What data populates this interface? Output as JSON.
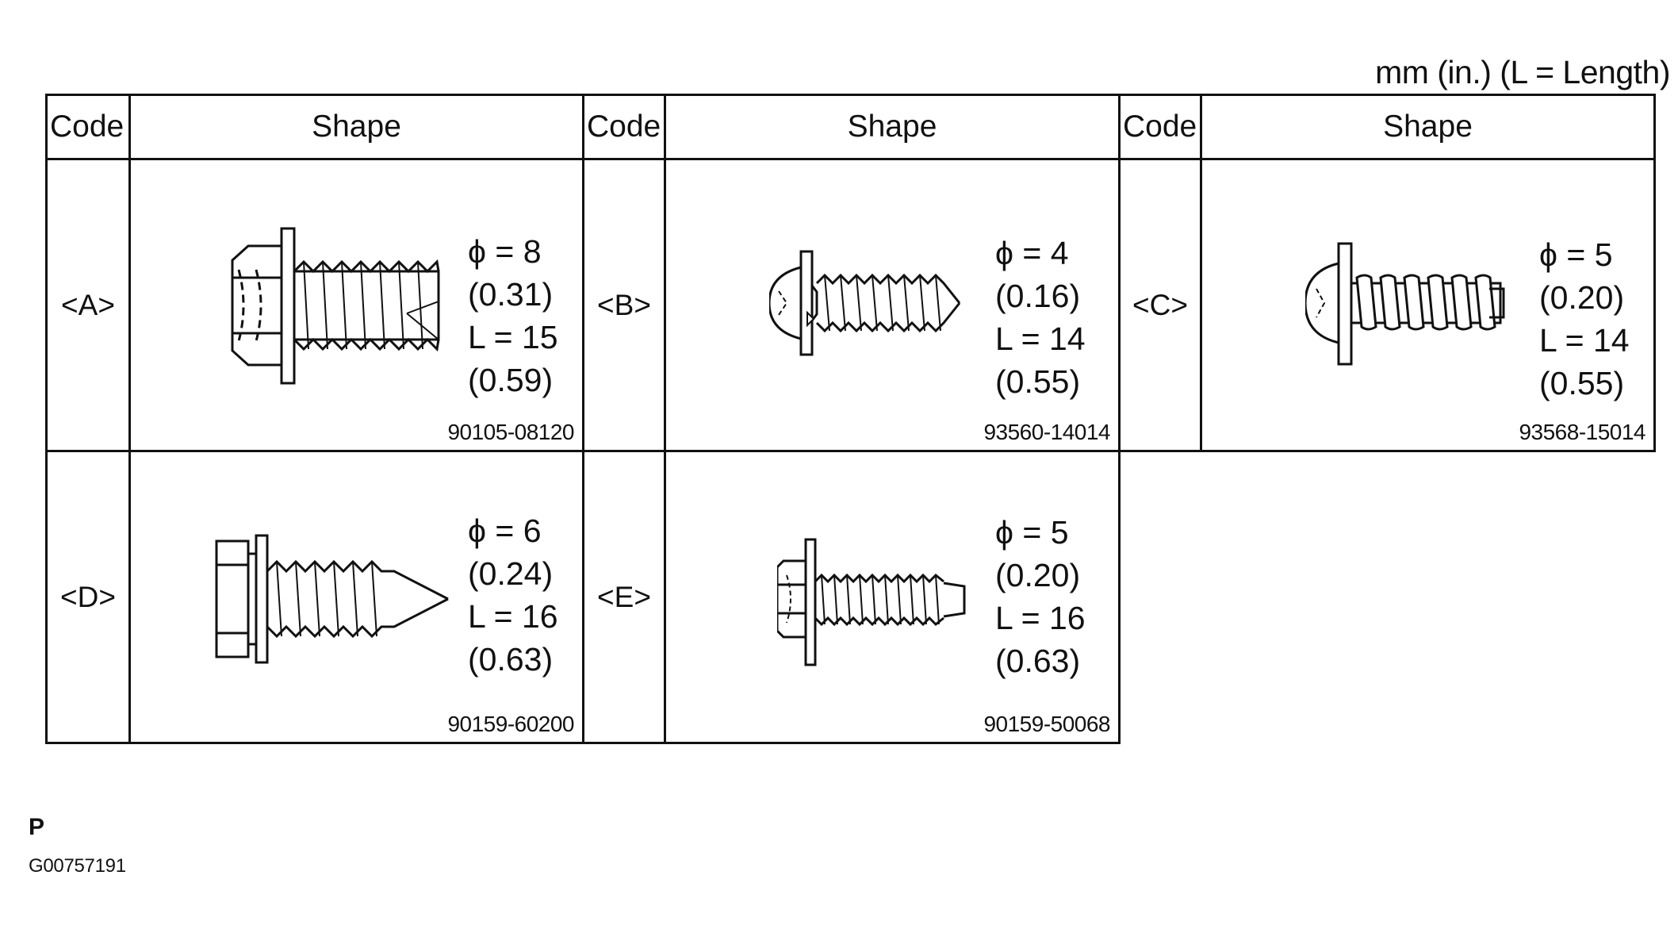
{
  "units_note": "mm (in.) (L = Length)",
  "headers": {
    "code": "Code",
    "shape": "Shape"
  },
  "parts": [
    {
      "code": "<A>",
      "dia": "ϕ = 8",
      "dia_in": "(0.31)",
      "len": "L = 15",
      "len_in": "(0.59)",
      "part_no": "90105-08120",
      "icon": "flange-bolt-icon"
    },
    {
      "code": "<B>",
      "dia": "ϕ = 4",
      "dia_in": "(0.16)",
      "len": "L = 14",
      "len_in": "(0.55)",
      "part_no": "93560-14014",
      "icon": "tapping-screw-icon"
    },
    {
      "code": "<C>",
      "dia": "ϕ = 5",
      "dia_in": "(0.20)",
      "len": "L = 14",
      "len_in": "(0.55)",
      "part_no": "93568-15014",
      "icon": "coarse-thread-screw-icon"
    },
    {
      "code": "<D>",
      "dia": "ϕ = 6",
      "dia_in": "(0.24)",
      "len": "L = 16",
      "len_in": "(0.63)",
      "part_no": "90159-60200",
      "icon": "hex-tapping-screw-icon"
    },
    {
      "code": "<E>",
      "dia": "ϕ = 5",
      "dia_in": "(0.20)",
      "len": "L = 16",
      "len_in": "(0.63)",
      "part_no": "90159-50068",
      "icon": "hex-washer-screw-icon"
    }
  ],
  "footer": {
    "letter": "P",
    "figure_id": "G00757191"
  }
}
